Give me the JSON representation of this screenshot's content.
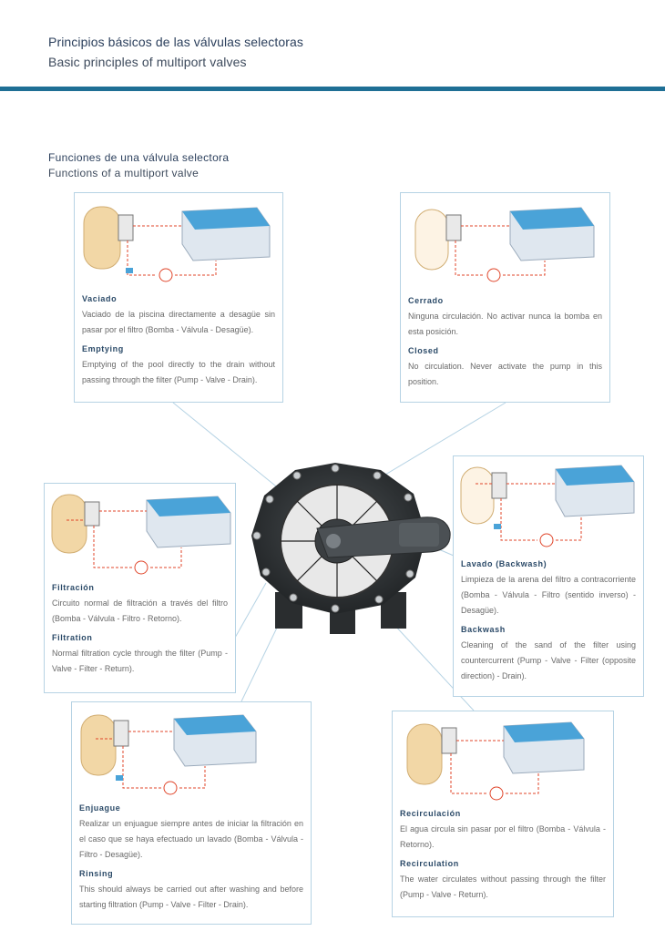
{
  "header": {
    "title": "Principios básicos de las válvulas selectoras",
    "subtitle": "Basic principles of multiport valves"
  },
  "section": {
    "title": "Funciones de una válvula selectora",
    "subtitle": "Functions of a multiport valve"
  },
  "colors": {
    "accent": "#1f6f95",
    "heading": "#2b3f5c",
    "card_border": "#b6d3e4",
    "pipe": "#e0452a"
  },
  "cards": {
    "emptying": {
      "es_title": "Vaciado",
      "es_text": "Vaciado de la piscina directamente a desagüe sin pasar por el filtro (Bomba - Válvula - Desagüe).",
      "en_title": "Emptying",
      "en_text": "Emptying of the pool directly to the drain without passing through the filter (Pump - Valve - Drain)."
    },
    "closed": {
      "es_title": "Cerrado",
      "es_text": "Ninguna circulación. No activar nunca la bomba en esta posición.",
      "en_title": "Closed",
      "en_text": "No circulation. Never activate the pump in this position."
    },
    "filtration": {
      "es_title": "Filtración",
      "es_text": "Circuito normal de filtración a través del filtro (Bomba - Válvula - Filtro - Retorno).",
      "en_title": "Filtration",
      "en_text": "Normal filtration cycle through the filter (Pump - Valve - Filter - Return)."
    },
    "backwash": {
      "es_title": "Lavado (Backwash)",
      "es_text": "Limpieza de la arena del filtro a contracorriente (Bomba - Válvula - Filtro (sentido inverso) - Desagüe).",
      "en_title": "Backwash",
      "en_text": "Cleaning of the sand of the filter using countercurrent (Pump - Valve - Filter (opposite direction) - Drain)."
    },
    "rinsing": {
      "es_title": "Enjuague",
      "es_text": "Realizar un enjuague siempre antes de iniciar la filtración en el caso que se haya efectuado un lavado (Bomba - Válvula - Filtro - Desagüe).",
      "en_title": "Rinsing",
      "en_text": "This should always be carried out after washing and before starting filtration (Pump - Valve - Filter - Drain)."
    },
    "recirculation": {
      "es_title": "Recirculación",
      "es_text": "El agua circula sin pasar por el filtro (Bomba - Válvula - Retorno).",
      "en_title": "Recirculation",
      "en_text": "The water circulates without passing through the filter (Pump - Valve - Return)."
    }
  }
}
